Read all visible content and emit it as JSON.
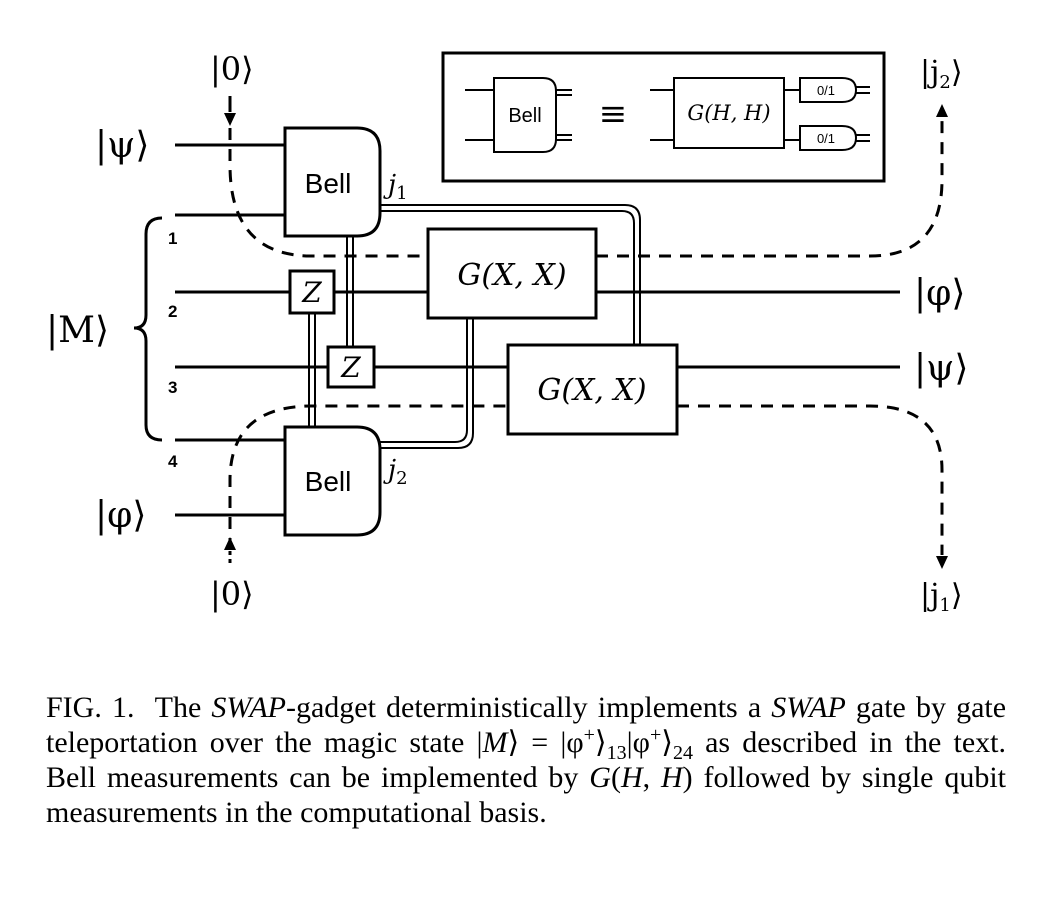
{
  "diagram": {
    "inputs": {
      "psi": "|ψ⟩",
      "phi": "|φ⟩",
      "ancilla_top": "|0⟩",
      "ancilla_bottom": "|0⟩",
      "magic": "|M⟩"
    },
    "outputs": {
      "phi": "|φ⟩",
      "psi": "|ψ⟩",
      "j2": {
        "ket": "|j",
        "sub": "2",
        "close": "⟩"
      },
      "j1": {
        "ket": "|j",
        "sub": "1",
        "close": "⟩"
      }
    },
    "wire_numbers": [
      "1",
      "2",
      "3",
      "4"
    ],
    "gates": {
      "bell_top": "Bell",
      "bell_bottom": "Bell",
      "z_top": "Z",
      "z_bottom": "Z",
      "gxx_top": "G(X, X)",
      "gxx_bottom": "G(X, X)"
    },
    "classical_labels": {
      "j1": {
        "base": "j",
        "sub": "1"
      },
      "j2": {
        "base": "j",
        "sub": "2"
      }
    },
    "inset": {
      "bell": "Bell",
      "equiv": "≡",
      "ghh": "G(H, H)",
      "meter_top": "0/1",
      "meter_bottom": "0/1"
    }
  },
  "caption": {
    "fig_label": "FIG. 1.",
    "p1": "The ",
    "swap1": "SWAP",
    "p2": "-gadget deterministically implements a ",
    "swap2": "SWAP",
    "p3": " gate by gate teleportation over the magic state |",
    "M": "M",
    "p4": "⟩ = |φ",
    "sup1": "+",
    "p5": "⟩",
    "sub13": "13",
    "p6": "|φ",
    "sup2": "+",
    "p7": "⟩",
    "sub24": "24",
    "p8": " as described in the text. Bell measurements can be implemented by ",
    "G": "G",
    "p9": "(",
    "H1": "H",
    "p10": ", ",
    "H2": "H",
    "p11": ") followed by single qubit measurements in the computational basis."
  }
}
